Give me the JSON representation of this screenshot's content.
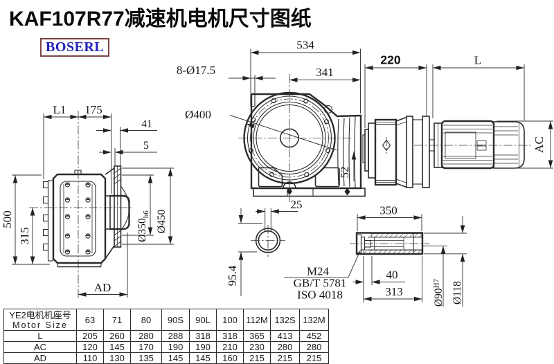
{
  "title": "KAF107R77减速机电机尺寸图纸",
  "logo": {
    "text": "BOSERL"
  },
  "colors": {
    "line": "#2b2b2b",
    "logo_text": "#2222bb",
    "logo_border": "#7a4444",
    "title_text": "#0a0a0a"
  },
  "side_view": {
    "dim_l1": "L1",
    "dim_175": "175",
    "dim_41": "41",
    "dim_5": "5",
    "dim_500": "500",
    "dim_315": "315",
    "dim_350": "Ø350",
    "dim_350_tol": "h6",
    "dim_450": "Ø450",
    "dim_ad": "AD"
  },
  "front_view": {
    "dim_534": "534",
    "dim_341": "341",
    "dim_bolt_holes": "8-Ø17.5",
    "dim_400": "Ø400",
    "dim_52": "52"
  },
  "motor_view": {
    "dim_220": "220",
    "dim_l": "L",
    "dim_ac": "AC"
  },
  "shaft_end_view": {
    "dim_25": "25",
    "dim_95_4": "95.4",
    "note_thread": "M24",
    "note_std1": "GB/T 5781",
    "note_std2": "ISO 4018"
  },
  "shaft_section_view": {
    "dim_350": "350",
    "dim_40": "40",
    "dim_313": "313",
    "dim_90": "Ø90",
    "dim_90_tol": "H7",
    "dim_118": "Ø118"
  },
  "table": {
    "header_cn": "YE2电机机座号",
    "header_en": "Motor Size",
    "columns": [
      "63",
      "71",
      "80",
      "90S",
      "90L",
      "100",
      "112M",
      "132S",
      "132M"
    ],
    "rows": [
      {
        "label": "L",
        "values": [
          "205",
          "260",
          "280",
          "288",
          "318",
          "318",
          "365",
          "413",
          "452"
        ]
      },
      {
        "label": "AC",
        "values": [
          "120",
          "145",
          "170",
          "190",
          "190",
          "210",
          "230",
          "280",
          "280"
        ]
      },
      {
        "label": "AD",
        "values": [
          "110",
          "130",
          "135",
          "145",
          "145",
          "160",
          "215",
          "215",
          "215"
        ]
      }
    ]
  }
}
